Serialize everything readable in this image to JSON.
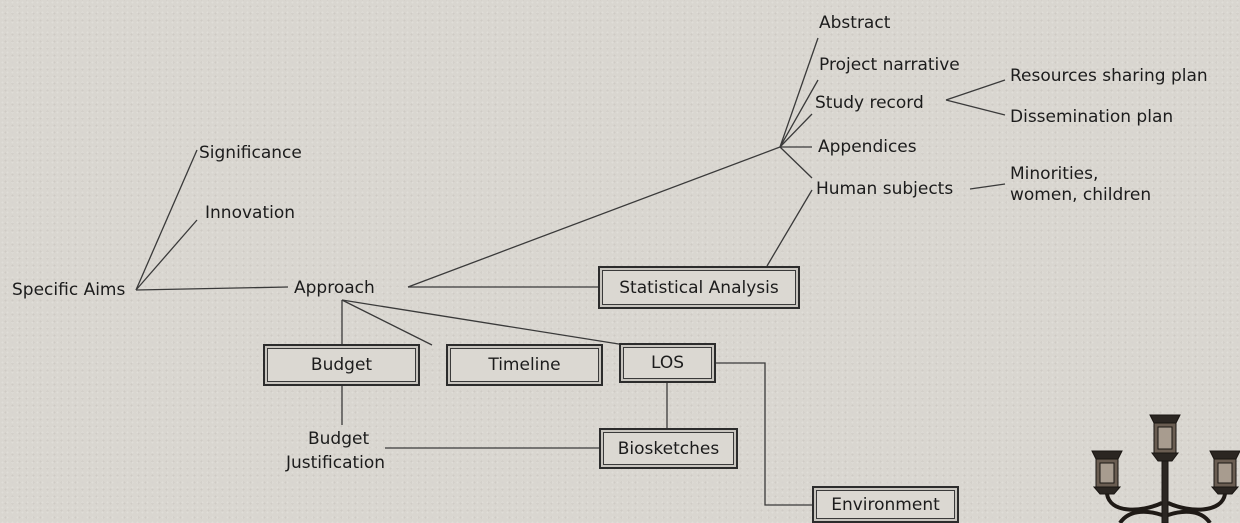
{
  "nodes": {
    "specific_aims": "Specific Aims",
    "significance": "Significance",
    "innovation": "Innovation",
    "approach": "Approach",
    "abstract": "Abstract",
    "project_narrative": "Project narrative",
    "study_record": "Study record",
    "resources_sharing_plan": "Resources sharing plan",
    "dissemination_plan": "Dissemination plan",
    "appendices": "Appendices",
    "human_subjects": "Human subjects",
    "minorities_line1": "Minorities,",
    "minorities_line2": "women, children",
    "statistical_analysis": "Statistical Analysis",
    "budget": "Budget",
    "timeline": "Timeline",
    "los": "LOS",
    "budget_justification_line1": "Budget",
    "budget_justification_line2": "Justification",
    "biosketches": "Biosketches",
    "environment": "Environment"
  },
  "decorations": {
    "photo_corner": "street-lamp"
  }
}
